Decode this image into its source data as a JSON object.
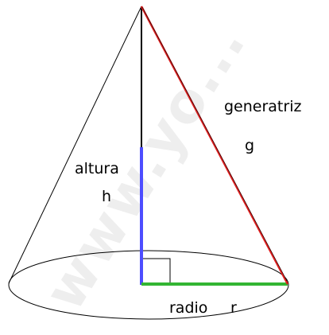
{
  "labels": {
    "altura": "altura",
    "h": "h",
    "generatriz": "generatriz",
    "g": "g",
    "radio": "radio",
    "r": "r"
  },
  "watermark": "www.yo...",
  "colors": {
    "outline": "#000000",
    "height": "#4d4dff",
    "slant": "#e02020",
    "radius": "#33b533",
    "watermark": "#eeeeee"
  }
}
